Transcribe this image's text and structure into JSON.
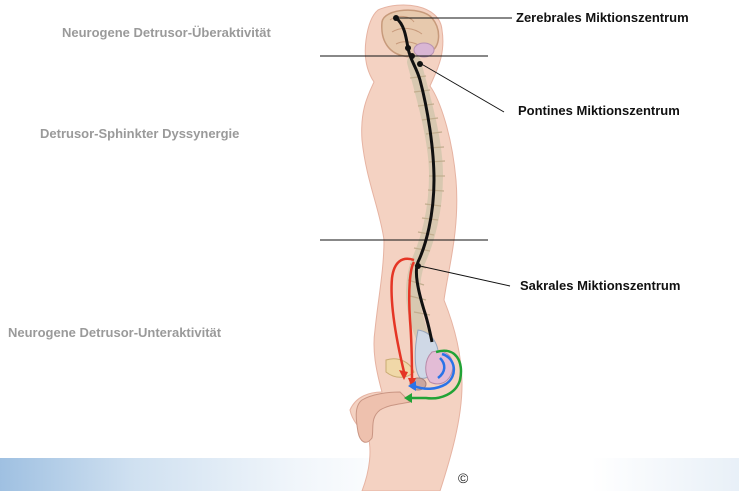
{
  "left_labels": {
    "overactivity": "Neurogene Detrusor-Überaktivität",
    "dyssynergia": "Detrusor-Sphinkter Dyssynergie",
    "underactivity": "Neurogene Detrusor-Unteraktivität"
  },
  "right_labels": {
    "cerebral": "Zerebrales Miktionszentrum",
    "pontine": "Pontines Miktionszentrum",
    "sacral": "Sakrales Miktionszentrum"
  },
  "copyright": "©",
  "colors": {
    "skin": "#f4d2c2",
    "skin_edge": "#e6b3a2",
    "spine": "#d8c8b0",
    "nerve": "#111111",
    "efferent_red": "#e53525",
    "afferent_blue": "#2a73e8",
    "green": "#21a336"
  }
}
